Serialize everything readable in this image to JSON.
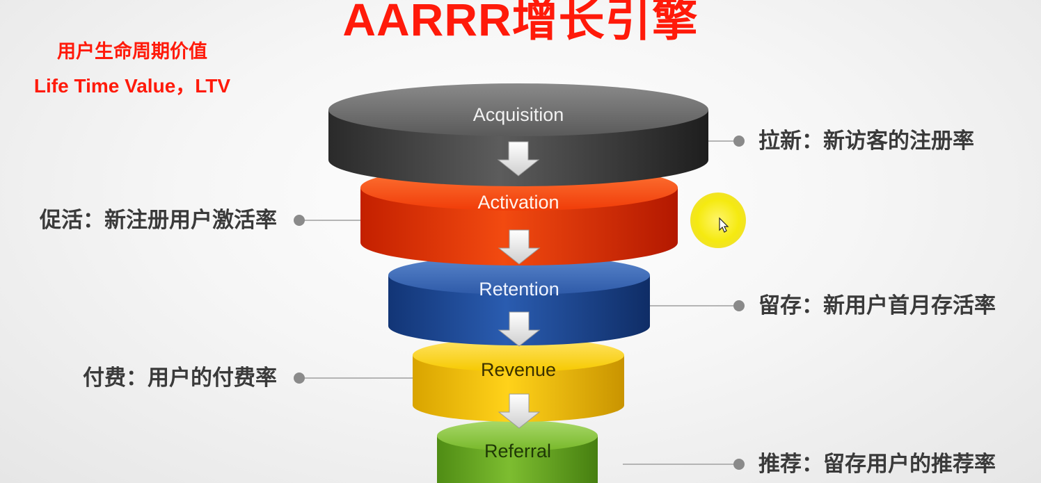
{
  "title": "AARRR增长引擎",
  "ltv": {
    "line1": "用户生命周期价值",
    "line2": "Life Time Value，LTV"
  },
  "stages": [
    {
      "name": "Acquisition",
      "description": "拉新：新访客的注册率",
      "side": "right",
      "color": "#444444"
    },
    {
      "name": "Activation",
      "description": "促活：新注册用户激活率",
      "side": "left",
      "color": "#ea3a06"
    },
    {
      "name": "Retention",
      "description": "留存：新用户首月存活率",
      "side": "right",
      "color": "#1e4ea0"
    },
    {
      "name": "Revenue",
      "description": "付费：用户的付费率",
      "side": "left",
      "color": "#f2c200"
    },
    {
      "name": "Referral",
      "description": "推荐：留存用户的推荐率",
      "side": "right",
      "color": "#6aab24"
    }
  ],
  "cursor_highlight_color": "#f7ef1e"
}
